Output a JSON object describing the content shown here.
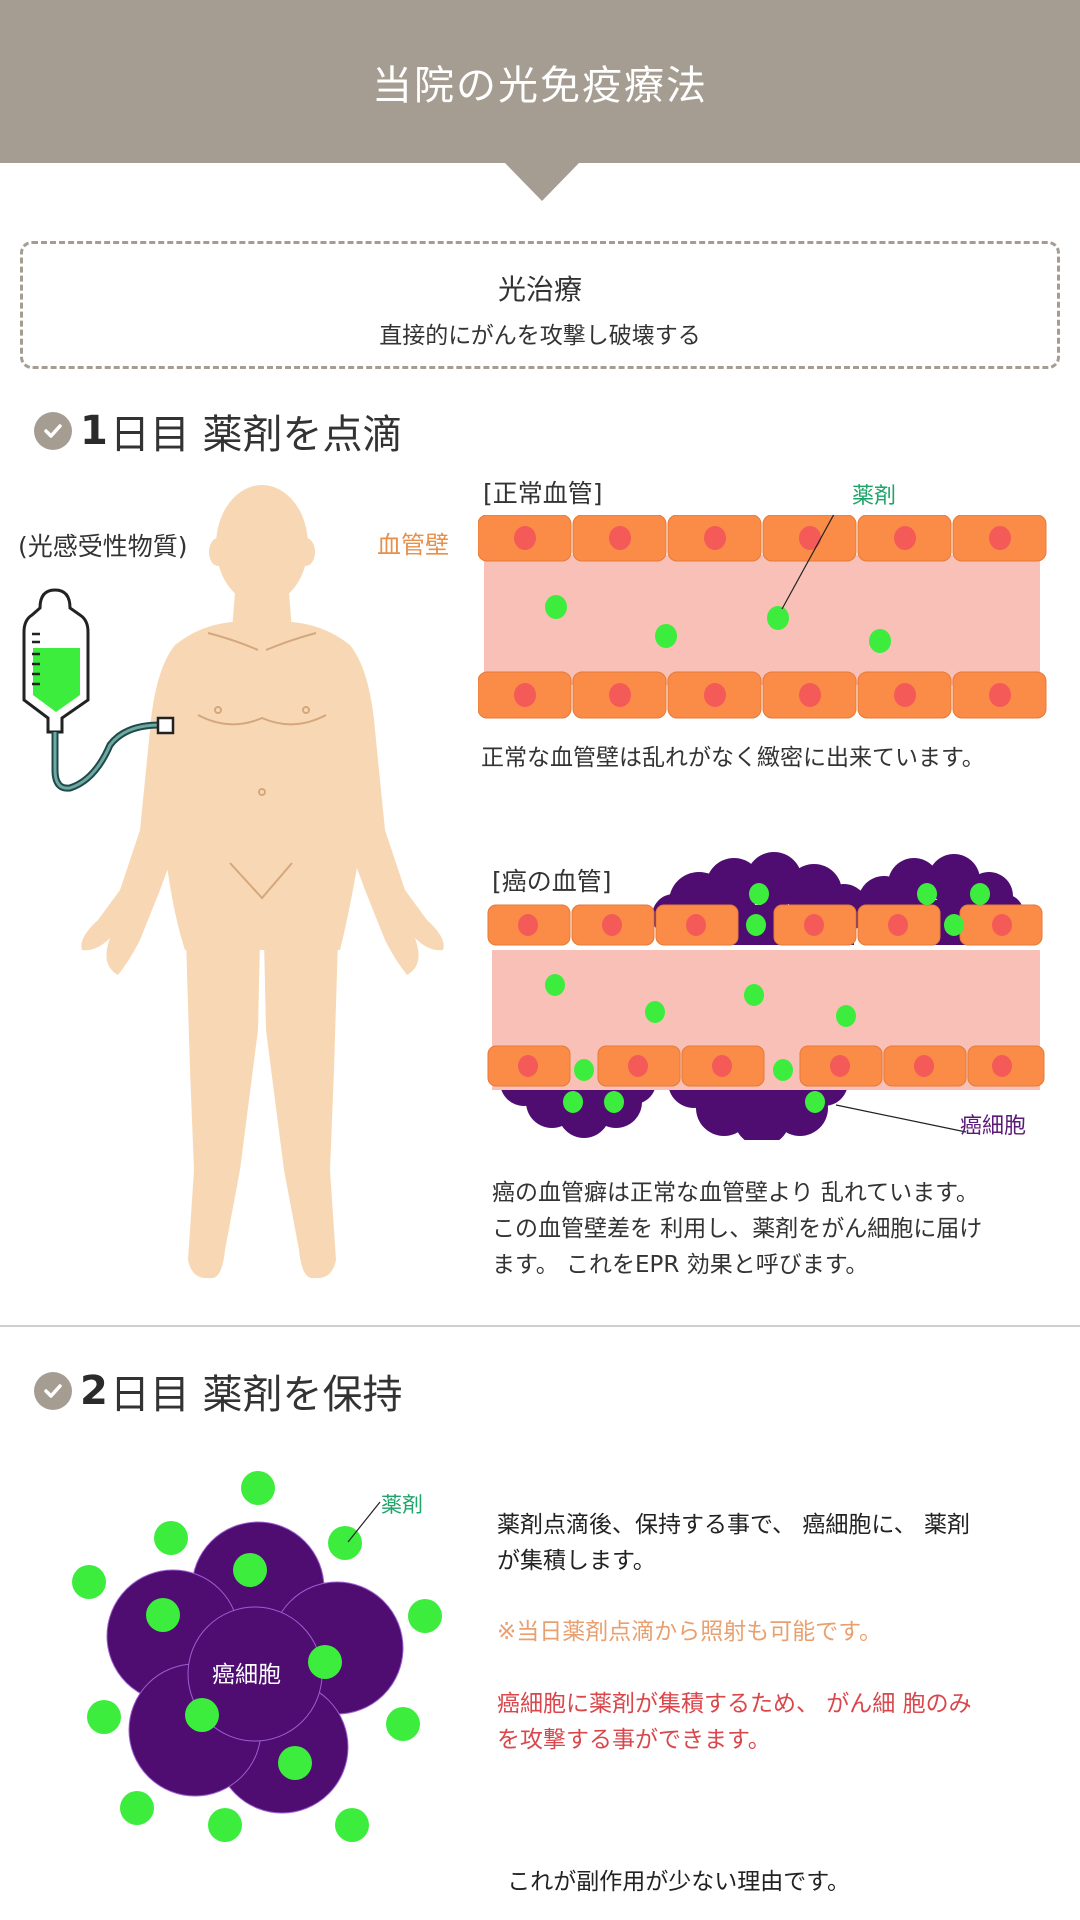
{
  "header": {
    "title": "当院の光免疫療法",
    "bg_color": "#a59d92"
  },
  "info_box": {
    "title": "光治療",
    "subtitle": "直接的にがんを攻撃し破壊する"
  },
  "step1": {
    "number": "1",
    "label": "日目 薬剤を点滴",
    "icon": "check-circle-icon",
    "iv_label": "(光感受性物質)",
    "vessel_wall_label": "血管壁",
    "normal_vessel": {
      "title": "[正常血管]",
      "drug_label": "薬剤",
      "description": "正常な血管壁は乱れがなく緻密に出来ています。"
    },
    "cancer_vessel": {
      "title": "[癌の血管]",
      "cancer_cell_label": "癌細胞",
      "description_lines": [
        "癌の血管癖は正常な血管壁より 乱れています。",
        "この血管壁差を 利用し、薬剤をがん細胞に届け",
        "ます。 これをEPR 効果と呼びます。"
      ]
    }
  },
  "step2": {
    "number": "2",
    "label": "日目 薬剤を保持",
    "icon": "check-circle-icon",
    "diagram": {
      "cell_label": "癌細胞",
      "drug_label": "薬剤"
    },
    "paragraphs": [
      {
        "lines": [
          "薬剤点滴後、保持する事で、 癌細胞に、 薬剤",
          "が集積します。"
        ],
        "color": "#222222"
      },
      {
        "lines": [
          "※当日薬剤点滴から照射も可能です。"
        ],
        "color": "#e8a070"
      },
      {
        "lines": [
          "癌細胞に薬剤が集積するため、 がん細 胞のみ",
          "を攻撃する事ができます。"
        ],
        "color": "#d9474c"
      },
      {
        "lines": [
          " これが副作用が少ない理由です。"
        ],
        "color": "#222222"
      }
    ]
  },
  "colors": {
    "accent_gray": "#a59d92",
    "vessel_cell": "#fa8c48",
    "vessel_nucleus": "#f45a58",
    "vessel_lumen": "#f8c0b6",
    "drug_green": "#3ded3d",
    "cancer_purple": "#4f0d72",
    "skin": "#f8d8b4"
  }
}
